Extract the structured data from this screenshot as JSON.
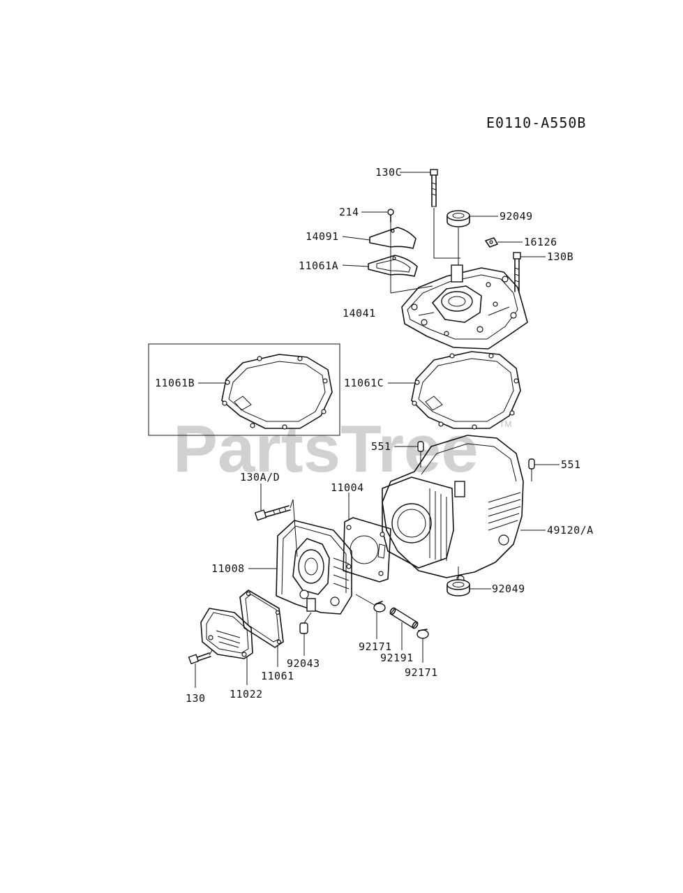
{
  "diagram": {
    "code": "E0110-A550B",
    "watermark": "PartsTree",
    "watermark_tm": "TM",
    "labels": {
      "p130c": "130C",
      "p214": "214",
      "p92049_top": "92049",
      "p14091": "14091",
      "p16126": "16126",
      "p11061a": "11061A",
      "p130b": "130B",
      "p14041": "14041",
      "p11061b": "11061B",
      "p11061c": "11061C",
      "p551_left": "551",
      "p551_right": "551",
      "p130ad": "130A/D",
      "p11004": "11004",
      "p49120a": "49120/A",
      "p11008": "11008",
      "p92049_bottom": "92049",
      "p92171_left": "92171",
      "p92191": "92191",
      "p92171_right": "92171",
      "p92043": "92043",
      "p11061": "11061",
      "p130": "130",
      "p11022": "11022"
    }
  }
}
